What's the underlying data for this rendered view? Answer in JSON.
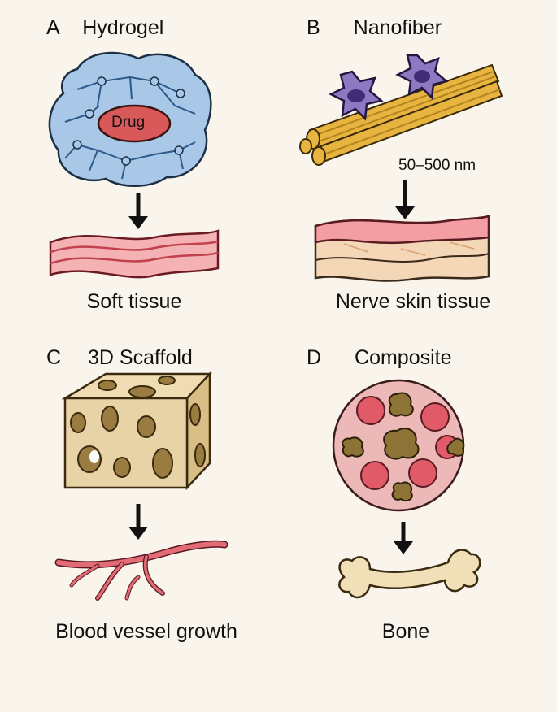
{
  "panels": [
    {
      "letter": "A",
      "material": "Hydrogel",
      "inner_label": "Drug",
      "tissue": "Soft tissue"
    },
    {
      "letter": "B",
      "material": "Nanofiber",
      "dimension": "50–500 nm",
      "tissue": "Nerve skin tissue"
    },
    {
      "letter": "C",
      "material": "3D Scaffold",
      "tissue": "Blood vessel growth"
    },
    {
      "letter": "D",
      "material": "Composite",
      "tissue": "Bone"
    }
  ],
  "colors": {
    "background": "#faf5ec",
    "hydrogel": "#a9c8e8",
    "drug": "#d9585a",
    "fiber": "#e7b53f",
    "cell": "#8f78c2",
    "tissue_pink": "#f2a3a6",
    "scaffold": "#e8d3a6",
    "composite": "#edb9b8",
    "bone": "#f1dfb8"
  }
}
